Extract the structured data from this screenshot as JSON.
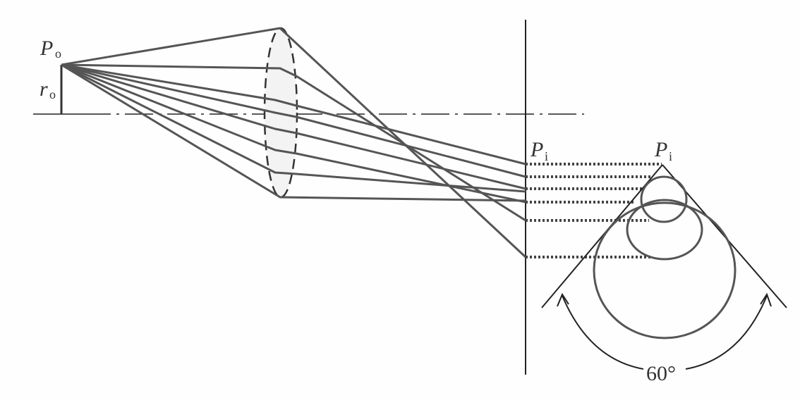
{
  "labels": {
    "object_point": "P",
    "object_point_sub": "o",
    "object_height": "r",
    "object_height_sub": "o",
    "image_point_left": "P",
    "image_point_left_sub": "i",
    "image_point_right": "P",
    "image_point_right_sub": "i",
    "angle": "60°"
  },
  "colors": {
    "ray": "#555555",
    "line": "#222222"
  }
}
